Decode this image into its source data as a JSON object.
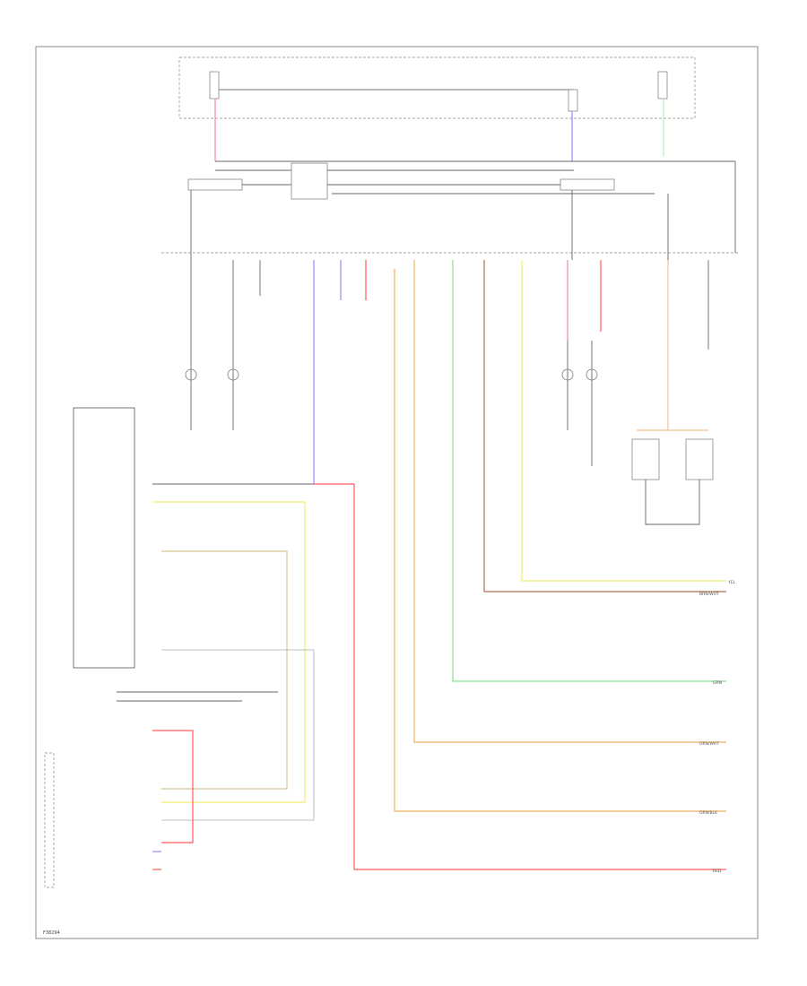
{
  "diagram": {
    "footer_code": "F38294",
    "wire_colors": {
      "red": "#ff5a5a",
      "pink": "#f08aa8",
      "blue": "#8c8cff",
      "green": "#8ce08c",
      "light_green": "#b8f0b8",
      "yellow": "#f4ee70",
      "orange": "#f0b060",
      "peach": "#f4c090",
      "brown": "#b07050",
      "tan": "#d8c890",
      "black": "#555555"
    },
    "wire_labels": {
      "red_right": "RED",
      "green_right": "GRN",
      "orange_right": "ORN/WHT",
      "orange_right_2": "ORN/BLK",
      "brown_right": "BRN/WHT",
      "yellow_right": "YEL"
    }
  }
}
